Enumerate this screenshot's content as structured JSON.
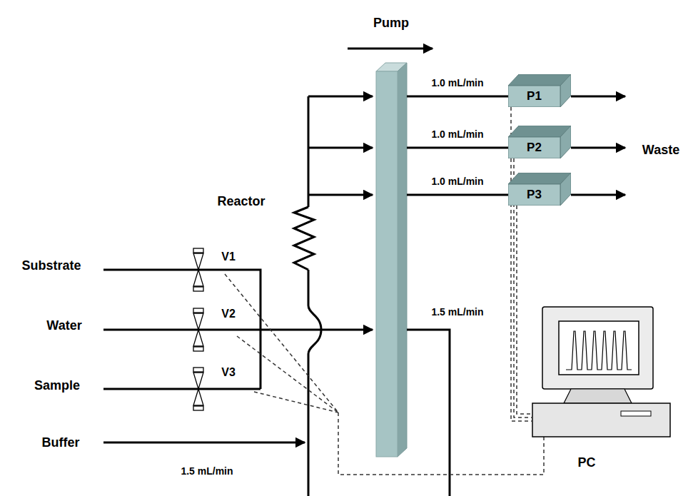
{
  "diagram": {
    "nodes": [
      {
        "text": [
          "P1"
        ]
      },
      {
        "text": [
          "P2"
        ]
      },
      {
        "text": [
          "P3"
        ]
      },
      {
        "text": [
          "PC"
        ]
      }
    ],
    "edges": [
      {
        "from": 0,
        "to": 3,
        "arrow": "none"
      },
      {
        "from": 1,
        "to": 3,
        "arrow": "none"
      },
      {
        "from": 2,
        "to": 3,
        "arrow": "none"
      }
    ],
    "labels": [
      "Pump",
      "1.0 mL/min",
      "1.0 mL/min",
      "1.0 mL/min",
      "Waste",
      "Reactor",
      "1.5 mL/min",
      "Substrate",
      "V1",
      "Water",
      "V2",
      "Sample",
      "V3",
      "Buffer",
      "1.5 mL/min"
    ]
  }
}
